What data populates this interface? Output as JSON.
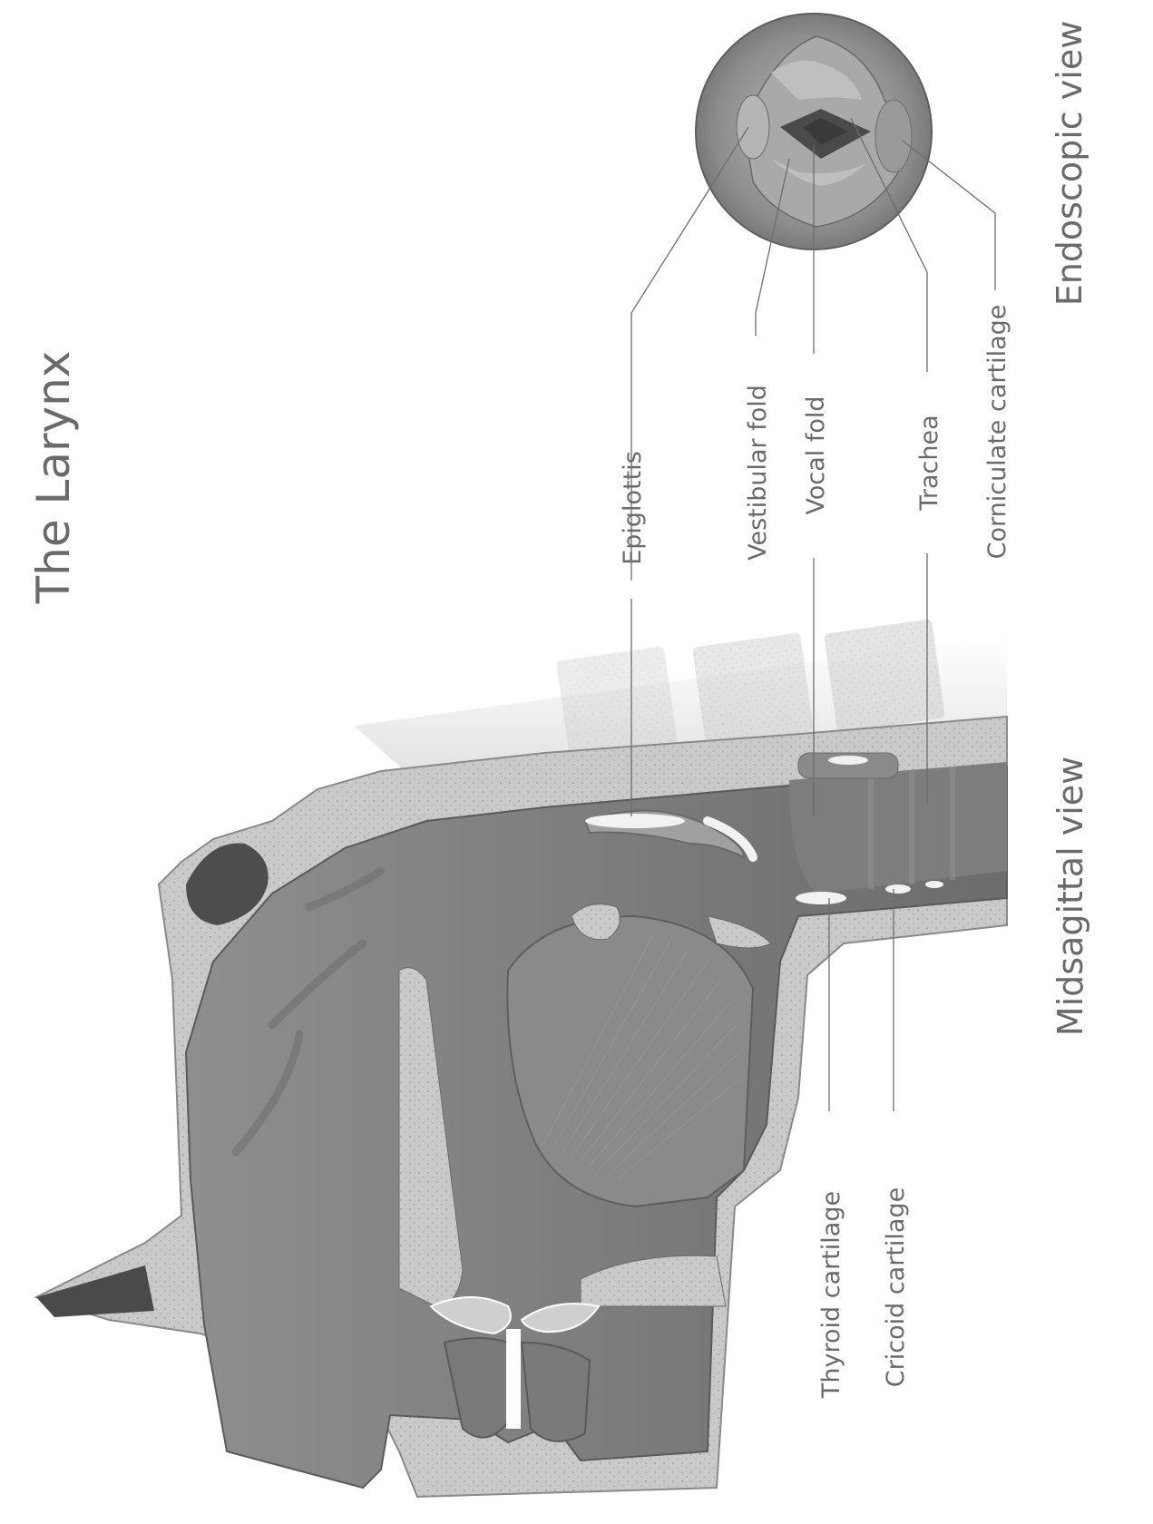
{
  "title": "The Larynx",
  "views": {
    "endoscopic": "Endoscopic view",
    "midsagittal": "Midsagittal view"
  },
  "labels": {
    "epiglottis": "Epiglottis",
    "vestibular_fold": "Vestibular fold",
    "vocal_fold": "Vocal fold",
    "trachea": "Trachea",
    "corniculate_cartilage": "Corniculate cartilage",
    "thyroid_cartilage": "Thyroid cartilage",
    "cricoid_cartilage": "Cricoid cartilage"
  }
}
